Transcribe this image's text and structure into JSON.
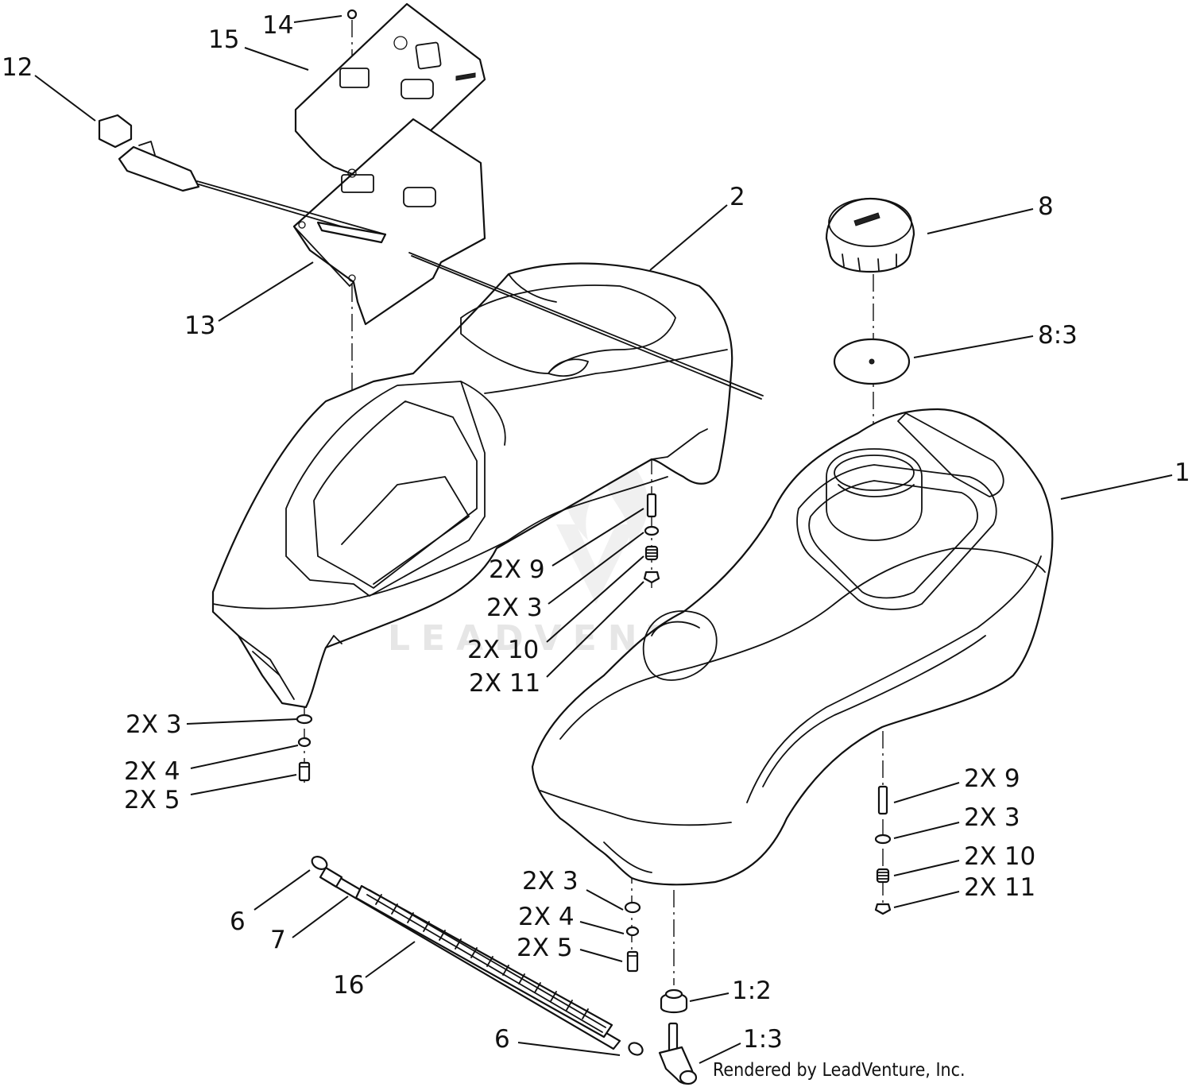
{
  "watermark": "LEADVENTURE",
  "credit": "Rendered by LeadVenture, Inc.",
  "callouts": {
    "c12": "12",
    "c14": "14",
    "c15": "15",
    "c13": "13",
    "c2": "2",
    "c8": "8",
    "c8_3": "8:3",
    "c1": "1",
    "c2x9_a": "2X 9",
    "c2x3_a": "2X 3",
    "c2x10_a": "2X 10",
    "c2x11_a": "2X 11",
    "c2x3_b": "2X 3",
    "c2x4_b": "2X 4",
    "c2x5_b": "2X 5",
    "c2x9_c": "2X 9",
    "c2x3_c": "2X 3",
    "c2x10_c": "2X 10",
    "c2x11_c": "2X 11",
    "c2x3_d": "2X 3",
    "c2x4_d": "2X 4",
    "c2x5_d": "2X 5",
    "c6_a": "6",
    "c7": "7",
    "c16": "16",
    "c6_b": "6",
    "c1_2": "1:2",
    "c1_3": "1:3"
  }
}
